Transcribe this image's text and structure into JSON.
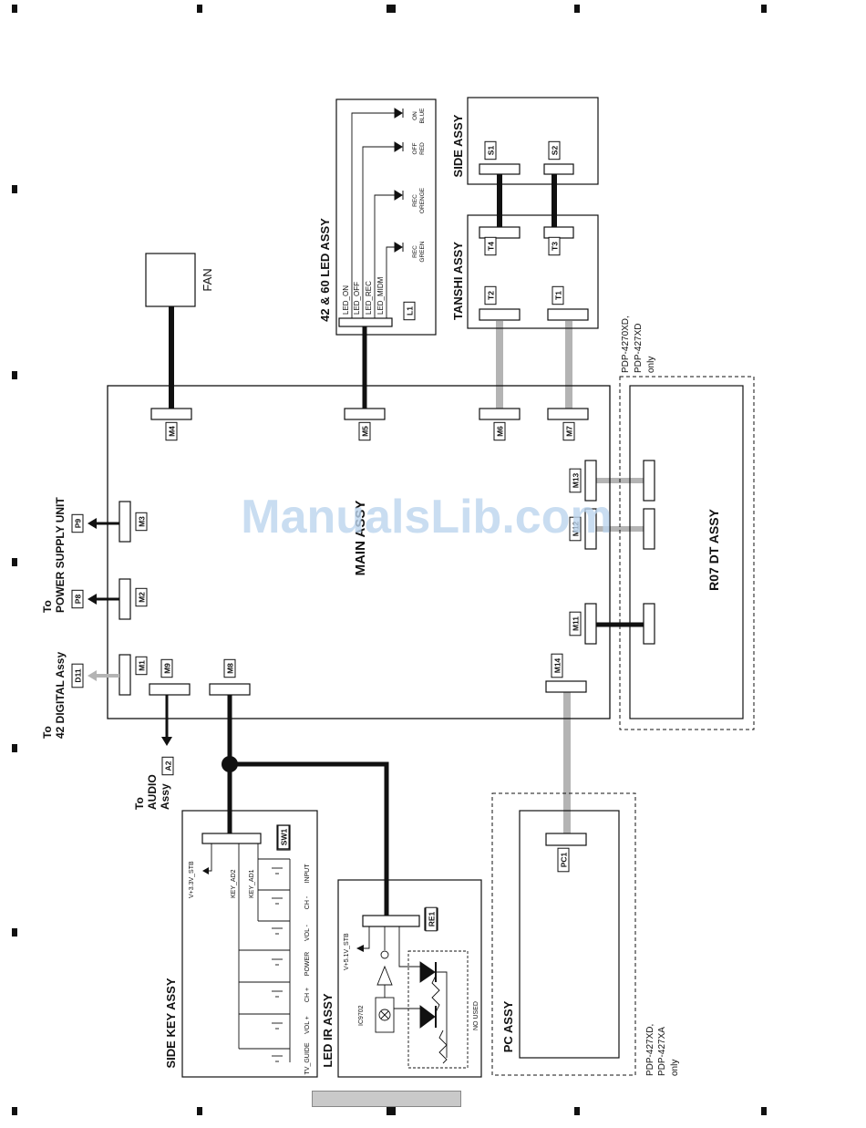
{
  "blocks": {
    "main": "MAIN ASSY",
    "side_key": "SIDE KEY ASSY",
    "led_ir": "LED IR ASSY",
    "pc": "PC ASSY",
    "r07": "R07 DT ASSY",
    "tanshi": "TANSHI ASSY",
    "side": "SIDE ASSY",
    "led60": "42 & 60 LED ASSY",
    "fan": "FAN"
  },
  "connectors": {
    "M1": "M1",
    "M2": "M2",
    "M3": "M3",
    "M4": "M4",
    "M5": "M5",
    "M6": "M6",
    "M7": "M7",
    "M8": "M8",
    "M9": "M9",
    "M11": "M11",
    "M12": "M12",
    "M13": "M13",
    "M14": "M14",
    "T1": "T1",
    "T2": "T2",
    "T3": "T3",
    "T4": "T4",
    "S1": "S1",
    "S2": "S2",
    "L1": "L1",
    "PC1": "PC1",
    "RE1": "RE1",
    "SW1": "SW1",
    "P8": "P8",
    "P9": "P9",
    "D11": "D11",
    "A2": "A2"
  },
  "external": {
    "power_to": "To",
    "power_unit": "POWER SUPPLY UNIT",
    "digital_to": "To",
    "digital": "42 DIGITAL Assy",
    "audio_to": "To",
    "audio_1": "AUDIO",
    "audio_2": "Assy"
  },
  "led_signals": [
    "LED_ON",
    "LED_OFF",
    "LED_REC",
    "LED_MIDM"
  ],
  "led_colors": [
    [
      "ON",
      "BLUE"
    ],
    [
      "OFF",
      "RED"
    ],
    [
      "REC",
      "ORENGE"
    ],
    [
      "REC",
      "GREEN"
    ]
  ],
  "side_key": {
    "supply": "V+3.3V_STB",
    "ad2": "KEY_AD2",
    "ad1": "KEY_AD1",
    "keys": [
      "INPUT",
      "CH -",
      "VOL -",
      "POWER",
      "CH +",
      "VOL +",
      "TV_GUIDE"
    ]
  },
  "led_ir": {
    "supply": "V+5.1V_STB",
    "ic": "IC9702",
    "unused": "NO USED"
  },
  "notes": {
    "r07_models": [
      "PDP-4270XD,",
      "PDP-427XD",
      "only"
    ],
    "pc_models": [
      "PDP-427XD,",
      "PDP-427XA",
      "only"
    ]
  },
  "watermark": "ManualsLib.com",
  "colors": {
    "ink": "#111111",
    "gray_cable": "#b4b4b4",
    "watermark": "#bcd4ee"
  }
}
